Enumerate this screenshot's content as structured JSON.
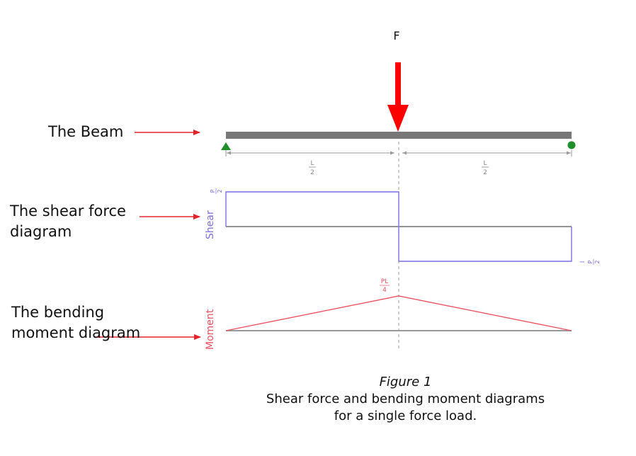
{
  "force_label": "F",
  "labels": {
    "beam": "The Beam",
    "shear_line1": "The shear force",
    "shear_line2": "diagram",
    "moment_line1": "The bending",
    "moment_line2": "moment diagram"
  },
  "span_labels": {
    "left_num": "L",
    "left_den": "2",
    "right_num": "L",
    "right_den": "2"
  },
  "shear": {
    "axis_label": "Shear",
    "pos_num": "P",
    "pos_den": "2",
    "neg_sign": "−",
    "neg_num": "P",
    "neg_den": "2"
  },
  "moment": {
    "axis_label": "Moment",
    "peak_num": "PL",
    "peak_den": "4"
  },
  "caption": {
    "title": "Figure 1",
    "line1": "Shear force and bending moment diagrams",
    "line2": "for a single force load."
  },
  "colors": {
    "beam": "#777777",
    "force_arrow": "#ff0000",
    "shear": "#7b6fe0",
    "moment": "#f05060",
    "annotation_arrow": "#e8202a",
    "support_left": "#1e8f2a",
    "support_right": "#1e8f2a"
  }
}
